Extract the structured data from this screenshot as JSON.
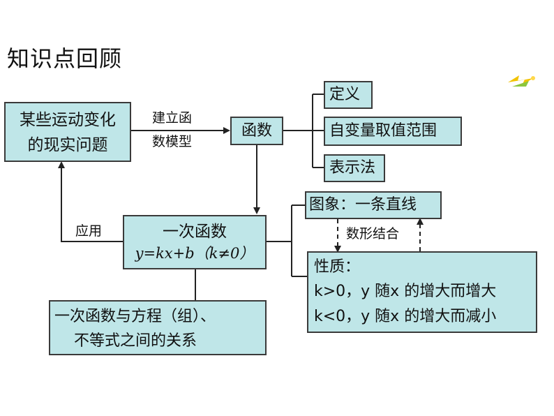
{
  "title": "知识点回顾",
  "nodes": {
    "source": {
      "line1": "某些运动变化",
      "line2": "的现实问题"
    },
    "func": "函数",
    "def": "定义",
    "domain": "自变量取值范围",
    "rep": "表示法",
    "linear": {
      "line1": "一次函数",
      "line2": "y=kx+b（k≠0）"
    },
    "graph": "图象：一条直线",
    "props": {
      "heading": "性质：",
      "line1": "k>0，y 随x 的增大而增大",
      "line2": "k<0，y 随x 的增大而减小"
    },
    "relation": {
      "line1": "一次函数与方程（组）、",
      "line2": "不等式之间的关系"
    }
  },
  "edge_labels": {
    "model_1": "建立函",
    "model_2": "数模型",
    "apply": "应用",
    "combine": "数形结合"
  },
  "colors": {
    "box_fill": "#bfe6e8",
    "border": "#3a3a3a",
    "accent": "#f2c300"
  },
  "decoration_icon": "sparkle-icon"
}
